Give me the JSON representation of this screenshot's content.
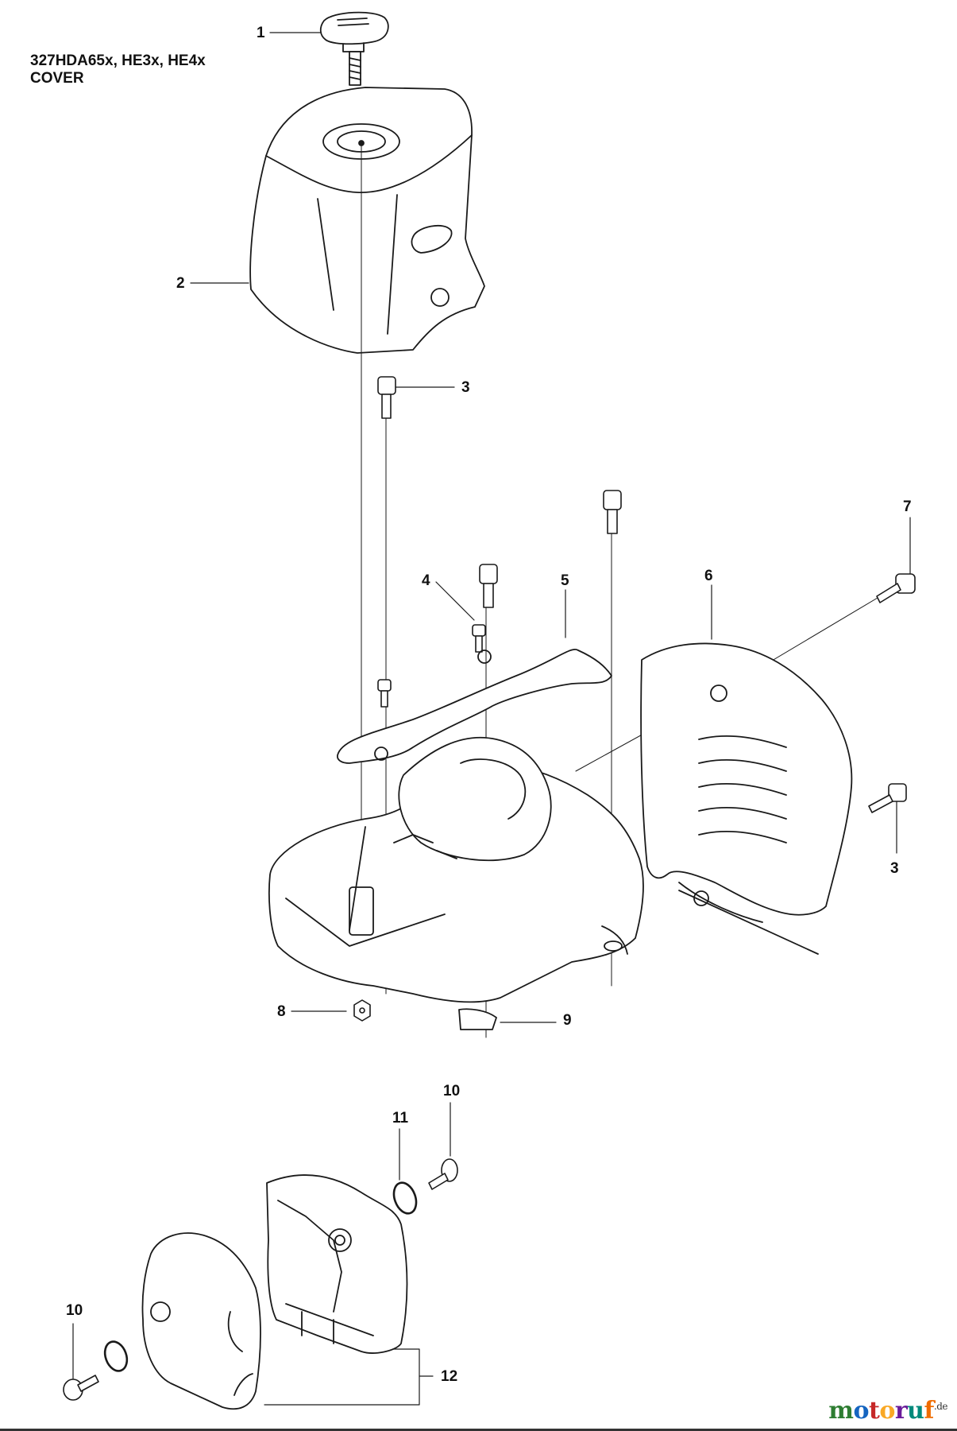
{
  "header": {
    "model_line": "327HDA65x, HE3x, HE4x",
    "section": "COVER"
  },
  "callouts": [
    "1",
    "2",
    "3",
    "3",
    "4",
    "5",
    "6",
    "7",
    "8",
    "9",
    "10",
    "10",
    "11",
    "12"
  ],
  "watermark": {
    "letters": [
      "m",
      "o",
      "t",
      "o",
      "r",
      "u",
      "f"
    ],
    "suffix": ".de",
    "letter_colors": [
      "#2e7d32",
      "#1565c0",
      "#c62828",
      "#f9a825",
      "#6a1b9a",
      "#00897b",
      "#ef6c00"
    ]
  }
}
